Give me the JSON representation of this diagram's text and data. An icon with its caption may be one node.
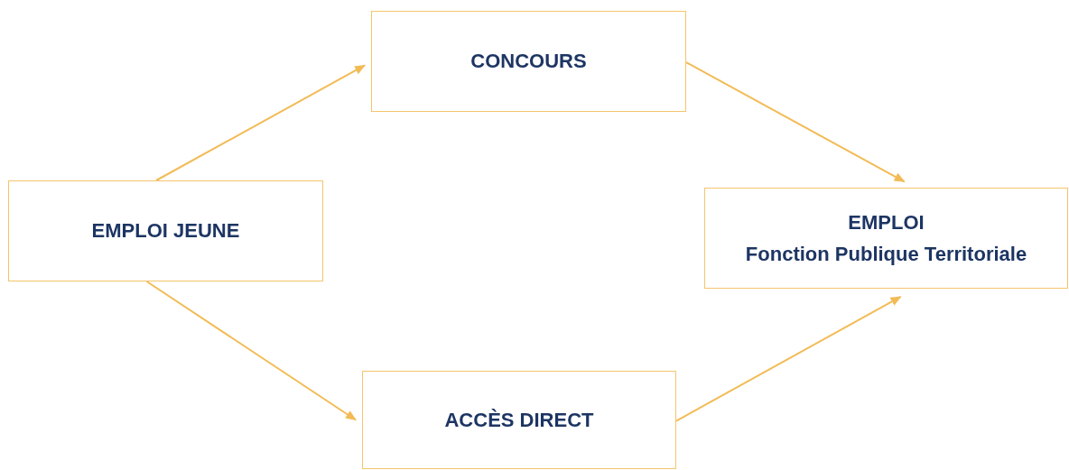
{
  "diagram": {
    "nodes": [
      {
        "text": [
          "EMPLOI JEUNE"
        ]
      },
      {
        "text": [
          "CONCOURS"
        ]
      },
      {
        "text": [
          "ACCÈS DIRECT"
        ]
      },
      {
        "text": [
          "EMPLOI",
          "Fonction Publique Territoriale"
        ]
      }
    ],
    "edges": [
      {
        "from": 0,
        "to": 1,
        "arrow": "to"
      },
      {
        "from": 0,
        "to": 2,
        "arrow": "to"
      },
      {
        "from": 1,
        "to": 3,
        "arrow": "to"
      },
      {
        "from": 2,
        "to": 3,
        "arrow": "to"
      }
    ]
  }
}
